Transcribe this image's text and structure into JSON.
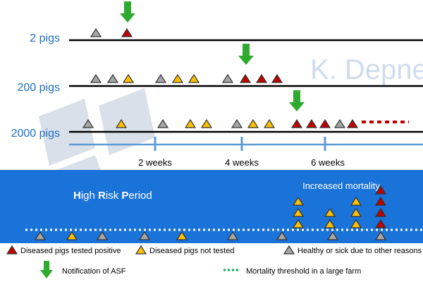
{
  "rows": [
    {
      "label": "2 pigs",
      "markers": [
        "gray",
        "red"
      ]
    },
    {
      "label": "200 pigs",
      "markers": [
        "gray",
        "gray",
        "orange",
        "gray",
        "orange",
        "orange",
        "gray",
        "red",
        "red",
        "red"
      ]
    },
    {
      "label": "2000 pigs",
      "markers": [
        "gray",
        "orange",
        "gray",
        "orange",
        "orange",
        "gray",
        "orange",
        "orange",
        "red",
        "red",
        "red",
        "gray",
        "red"
      ]
    }
  ],
  "timeline": {
    "ticks": [
      "2 weeks",
      "4 weeks",
      "6 weeks"
    ]
  },
  "watermark": "K. Depner",
  "panel": {
    "title_parts": [
      {
        "text": "H",
        "bold": true
      },
      {
        "text": "igh ",
        "bold": false
      },
      {
        "text": "R",
        "bold": true
      },
      {
        "text": "isk ",
        "bold": false
      },
      {
        "text": "P",
        "bold": true
      },
      {
        "text": "eriod",
        "bold": false
      }
    ],
    "mortality_label": "Increased mortality",
    "mortality_columns": [
      [
        "orange",
        "orange",
        "orange"
      ],
      [
        "orange",
        "orange"
      ],
      [
        "orange",
        "orange",
        "orange"
      ],
      [
        "red",
        "red",
        "red",
        "red"
      ]
    ],
    "baseline_markers": [
      "gray",
      "orange",
      "gray",
      "gray",
      "orange",
      "gray",
      "gray",
      "gray",
      "gray"
    ]
  },
  "legend": {
    "positive": "Diseased pigs tested positive",
    "not_tested": "Diseased pigs not tested",
    "healthy": "Healthy or sick due to other reasons",
    "notification": "Notification of ASF",
    "threshold": "Mortality threshold in a large farm"
  },
  "colors": {
    "red": "#c00000",
    "orange": "#ffc000",
    "gray": "#a6a6a6",
    "label_blue": "#1f6fc5",
    "panel_blue": "#1a73d8",
    "timeline_blue": "#5b9bd5",
    "arrow_green": "#2eaa2e",
    "threshold_green": "#00b050"
  }
}
